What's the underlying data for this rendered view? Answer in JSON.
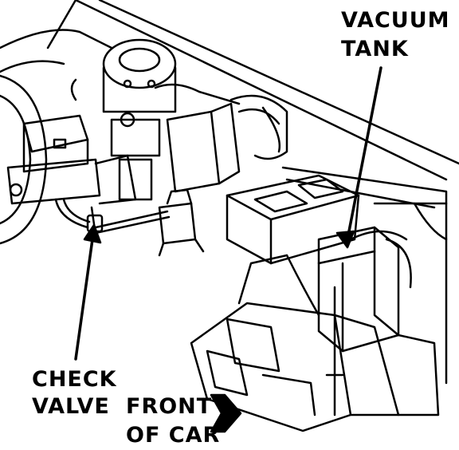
{
  "labels": {
    "vacuum_tank": [
      "VACUUM",
      "TANK"
    ],
    "check_valve": [
      "CHECK",
      "VALVE"
    ],
    "front_of_car": [
      "FRONT",
      "OF CAR"
    ]
  },
  "colors": {
    "ink": "#000000",
    "paper": "#ffffff"
  }
}
